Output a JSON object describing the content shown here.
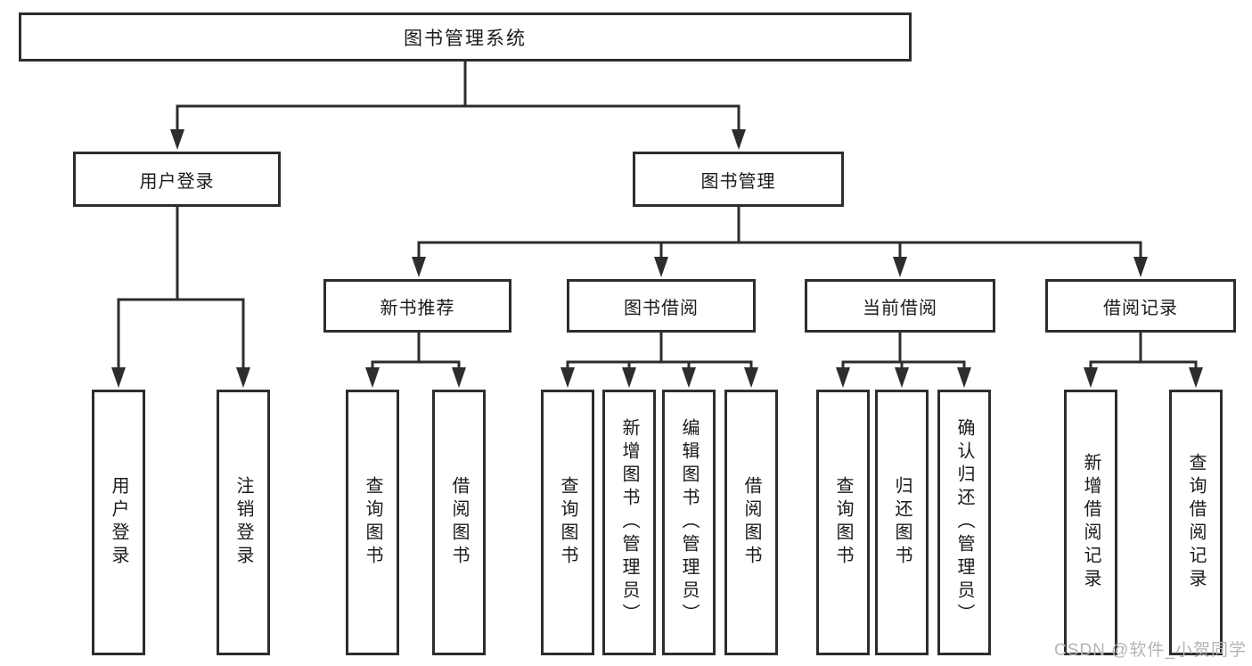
{
  "colors": {
    "line": "#2d2d2d",
    "text": "#1a1a1a",
    "background": "#ffffff",
    "watermark": "#b4b4b4"
  },
  "diagram": {
    "type": "tree",
    "root": {
      "label": "图书管理系统"
    },
    "level2": [
      {
        "label": "用户登录"
      },
      {
        "label": "图书管理"
      }
    ],
    "level3": [
      {
        "label": "新书推荐",
        "parent": "图书管理"
      },
      {
        "label": "图书借阅",
        "parent": "图书管理"
      },
      {
        "label": "当前借阅",
        "parent": "图书管理"
      },
      {
        "label": "借阅记录",
        "parent": "图书管理"
      }
    ],
    "level4": [
      {
        "label": "用户登录",
        "parent": "用户登录"
      },
      {
        "label": "注销登录",
        "parent": "用户登录"
      },
      {
        "label": "查询图书",
        "parent": "新书推荐"
      },
      {
        "label": "借阅图书",
        "parent": "新书推荐"
      },
      {
        "label": "查询图书",
        "parent": "图书借阅"
      },
      {
        "label": "新增图书（管理员）",
        "parent": "图书借阅"
      },
      {
        "label": "编辑图书（管理员）",
        "parent": "图书借阅"
      },
      {
        "label": "借阅图书",
        "parent": "图书借阅"
      },
      {
        "label": "查询图书",
        "parent": "当前借阅"
      },
      {
        "label": "归还图书",
        "parent": "当前借阅"
      },
      {
        "label": "确认归还（管理员）",
        "parent": "当前借阅"
      },
      {
        "label": "新增借阅记录",
        "parent": "借阅记录"
      },
      {
        "label": "查询借阅记录",
        "parent": "借阅记录"
      }
    ]
  },
  "watermark": {
    "text": "CSDN @软件_小贺同学"
  }
}
